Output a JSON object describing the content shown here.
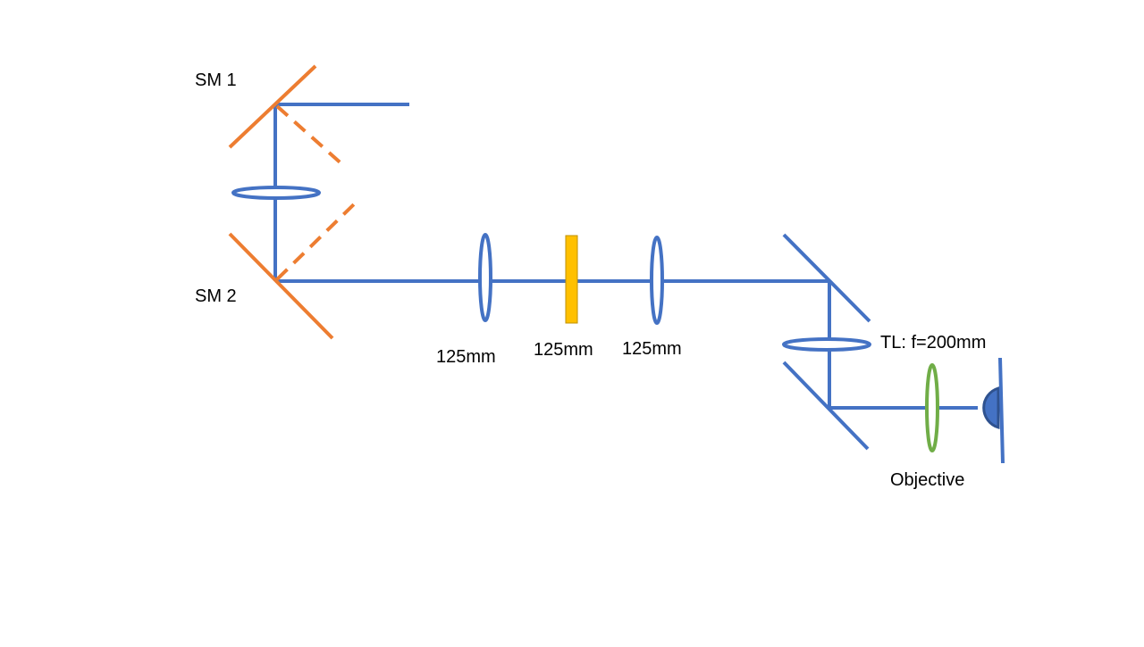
{
  "colors": {
    "beam": "#4472C4",
    "scan_mirror": "#ED7D31",
    "filter": "#FFC000",
    "filter_edge": "#BF9000",
    "objective": "#70AD47",
    "sample": "#4472C4",
    "sample_edge": "#2F528F",
    "background": "#FFFFFF"
  },
  "labels": {
    "sm1": "SM 1",
    "sm2": "SM 2",
    "lens1": "125mm",
    "filter": "125mm",
    "lens2": "125mm",
    "tube_lens": "TL: f=200mm",
    "objective": "Objective"
  }
}
